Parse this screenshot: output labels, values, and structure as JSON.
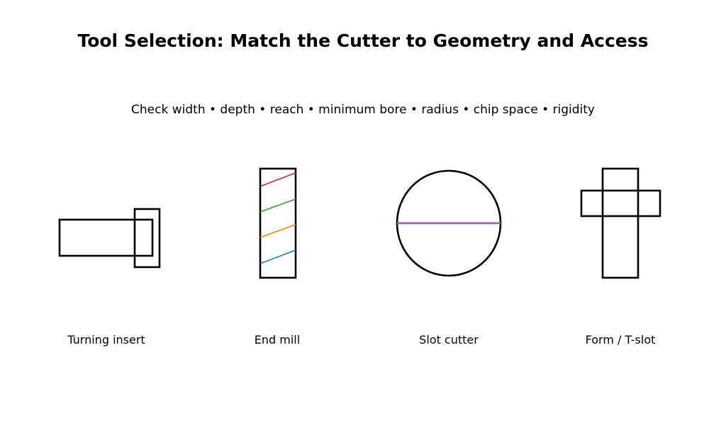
{
  "title": "Tool Selection: Match the Cutter to Geometry and Access",
  "subtitle": "Check width • depth • reach • minimum bore • radius • chip space • rigidity",
  "tools": [
    {
      "label": "Turning insert",
      "icon": "turning-insert-icon"
    },
    {
      "label": "End mill",
      "icon": "end-mill-icon",
      "flute_colors": [
        "#d62728",
        "#2ca02c",
        "#ff7f0e",
        "#1f77b4"
      ]
    },
    {
      "label": "Slot cutter",
      "icon": "slot-cutter-icon",
      "accent": "#9467bd"
    },
    {
      "label": "Form / T-slot",
      "icon": "t-slot-cutter-icon"
    }
  ],
  "colors": {
    "outline": "#000000",
    "background": "#ffffff"
  }
}
